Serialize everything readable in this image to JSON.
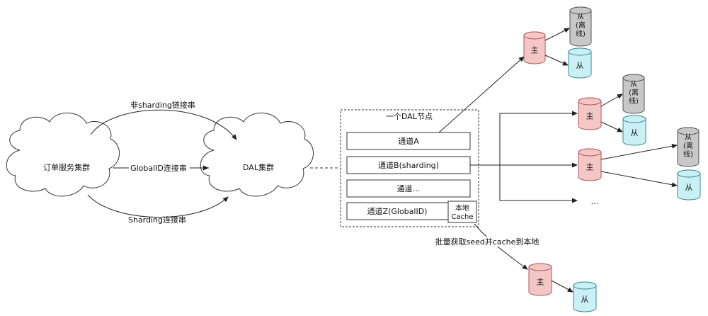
{
  "clouds": {
    "order": "订单服务集群",
    "dal": "DAL集群"
  },
  "edges": {
    "non_sharding": "非sharding链接串",
    "globalid": "GlobalID连接串",
    "sharding": "Sharding连接串"
  },
  "dal_node": {
    "title": "一个DAL节点",
    "channels": [
      "通道A",
      "通道B(sharding)",
      "通道…",
      "通道Z(GlobalID)"
    ],
    "cache_line1": "本地",
    "cache_line2": "Cache"
  },
  "batch_label": "批量获取seed并cache到本地",
  "db": {
    "master": "主",
    "slave": "从",
    "offline": "(离",
    "offline2": "线)",
    "ellipsis": "…"
  },
  "colors": {
    "master_fill": "#f4c7c7",
    "master_stroke": "#b35555",
    "slave_fill": "#c9f0f4",
    "slave_stroke": "#3a8a96",
    "offline_fill": "#c8c8c8",
    "offline_stroke": "#555555"
  }
}
